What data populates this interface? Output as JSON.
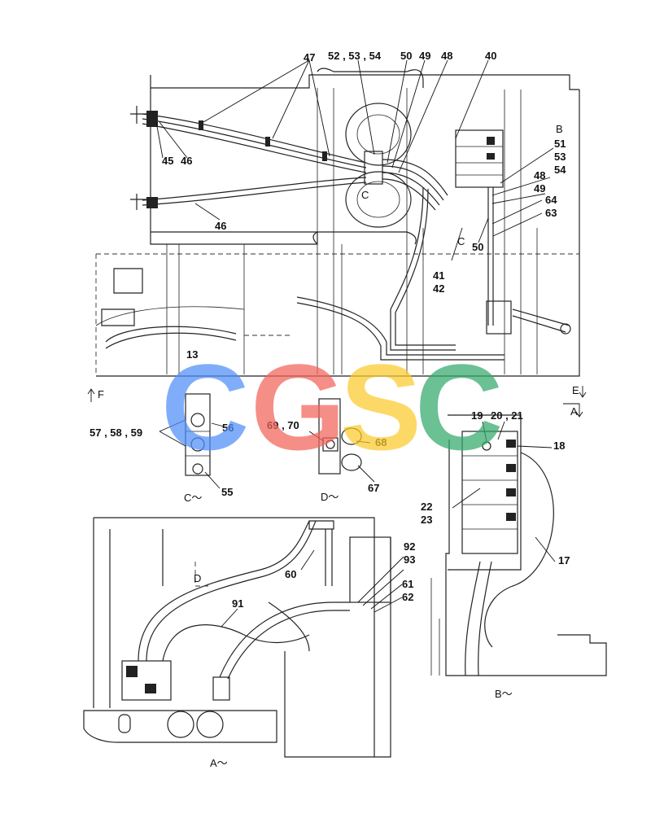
{
  "diagram": {
    "main_view": {
      "callouts": [
        "47",
        "52 , 53 , 54",
        "50",
        "49",
        "48",
        "40",
        "B",
        "51",
        "53",
        "54",
        "48",
        "49",
        "64",
        "63",
        "45",
        "46",
        "46",
        "C",
        "C",
        "50",
        "41",
        "42",
        "13",
        "F",
        "E",
        "A"
      ]
    },
    "view_c": {
      "title": "C～",
      "callouts": [
        "57 , 58 , 59",
        "56",
        "55"
      ]
    },
    "view_d": {
      "title": "D～",
      "callouts": [
        "69 , 70",
        "68",
        "67"
      ]
    },
    "view_b": {
      "title": "B～",
      "callouts": [
        "19",
        "20 , 21",
        "18",
        "22",
        "23",
        "17"
      ]
    },
    "view_a": {
      "title": "A～",
      "callouts": [
        "D",
        "60",
        "92",
        "93",
        "61",
        "62",
        "91"
      ]
    }
  },
  "watermark": {
    "letters": [
      "C",
      "G",
      "S",
      "C"
    ],
    "colors": [
      "#4f8ef7",
      "#f2645a",
      "#fbcb2d",
      "#33aa6a"
    ]
  }
}
